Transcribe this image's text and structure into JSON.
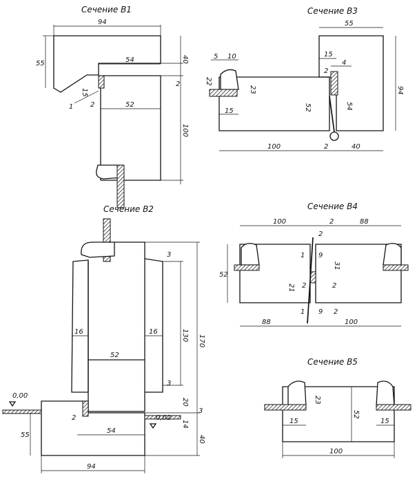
{
  "sections": {
    "b1": {
      "title": "Сечение В1",
      "dims": {
        "d94": "94",
        "d55": "55",
        "d40": "40",
        "d54": "54",
        "d15": "15",
        "d2a": "2",
        "d1": "1",
        "d2b": "2",
        "d52": "52",
        "d100": "100"
      }
    },
    "b2": {
      "title": "Сечение В2",
      "dims": {
        "d3a": "3",
        "d130": "130",
        "d170": "170",
        "d16a": "16",
        "d16b": "16",
        "d52": "52",
        "d3b": "3",
        "d20": "20",
        "d3c": "3",
        "d000": "0,00",
        "d002": "0,02",
        "d2": "2",
        "d55": "55",
        "d54": "54",
        "d14": "14",
        "d40": "40",
        "d94": "94"
      }
    },
    "b3": {
      "title": "Сечение В3",
      "dims": {
        "d55": "55",
        "d5": "5",
        "d10": "10",
        "d15a": "15",
        "d4": "4",
        "d22": "22",
        "d23": "23",
        "d2a": "2",
        "d94": "94",
        "d52": "52",
        "d54": "54",
        "d15b": "15",
        "d100": "100",
        "d2b": "2",
        "d40": "40"
      }
    },
    "b4": {
      "title": "Сечение В4",
      "dims": {
        "d100a": "100",
        "d2a": "2",
        "d88a": "88",
        "d2b": "2",
        "d52": "52",
        "d1a": "1",
        "d9a": "9",
        "d31": "31",
        "d21": "21",
        "d2c": "2",
        "d2d": "2",
        "d1b": "1",
        "d9b": "9",
        "d2e": "2",
        "d88b": "88",
        "d100b": "100"
      }
    },
    "b5": {
      "title": "Сечение В5",
      "dims": {
        "d23": "23",
        "d52": "52",
        "d15a": "15",
        "d15b": "15",
        "d100": "100"
      }
    }
  }
}
